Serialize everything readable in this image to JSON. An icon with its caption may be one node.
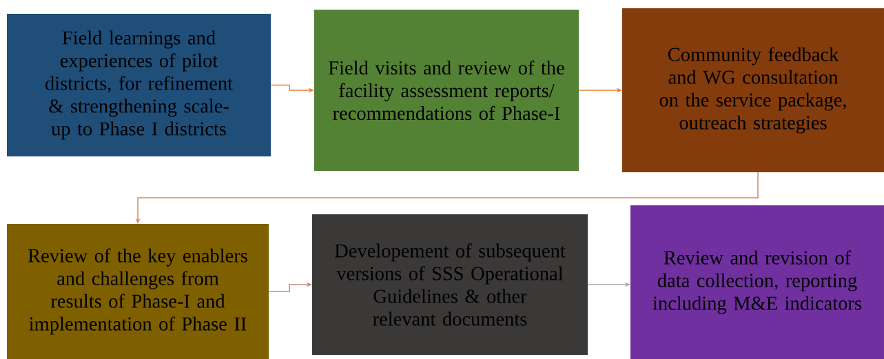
{
  "diagram": {
    "nodes": [
      {
        "text": [
          "Field learnings and experiences of pilot districts, for refinement & strengthening scale-up to Phase I districts"
        ]
      },
      {
        "text": [
          "Field visits and review of the facility assessment reports/ recommendations of Phase-I"
        ]
      },
      {
        "text": [
          "Community feedback and WG consultation on the service package, outreach strategies"
        ]
      },
      {
        "text": [
          "Review of the key enablers and challenges from results of Phase-I and implementation of Phase II"
        ]
      },
      {
        "text": [
          "Developement of subsequent versions of SSS Operational Guidelines & other relevant documents"
        ]
      },
      {
        "text": [
          "Review and revision of data collection, reporting including M&E indicators"
        ]
      }
    ],
    "edges": [
      {
        "from": 0,
        "to": 1,
        "arrow": "to",
        "color": "#ed7d31"
      },
      {
        "from": 1,
        "to": 2,
        "arrow": "to",
        "color": "#ed7d31"
      },
      {
        "from": 2,
        "to": 3,
        "arrow": "to",
        "color": "#d4876a"
      },
      {
        "from": 3,
        "to": 4,
        "arrow": "to",
        "color": "#c48a80"
      },
      {
        "from": 4,
        "to": 5,
        "arrow": "to",
        "color": "#a6a6a6"
      }
    ]
  }
}
